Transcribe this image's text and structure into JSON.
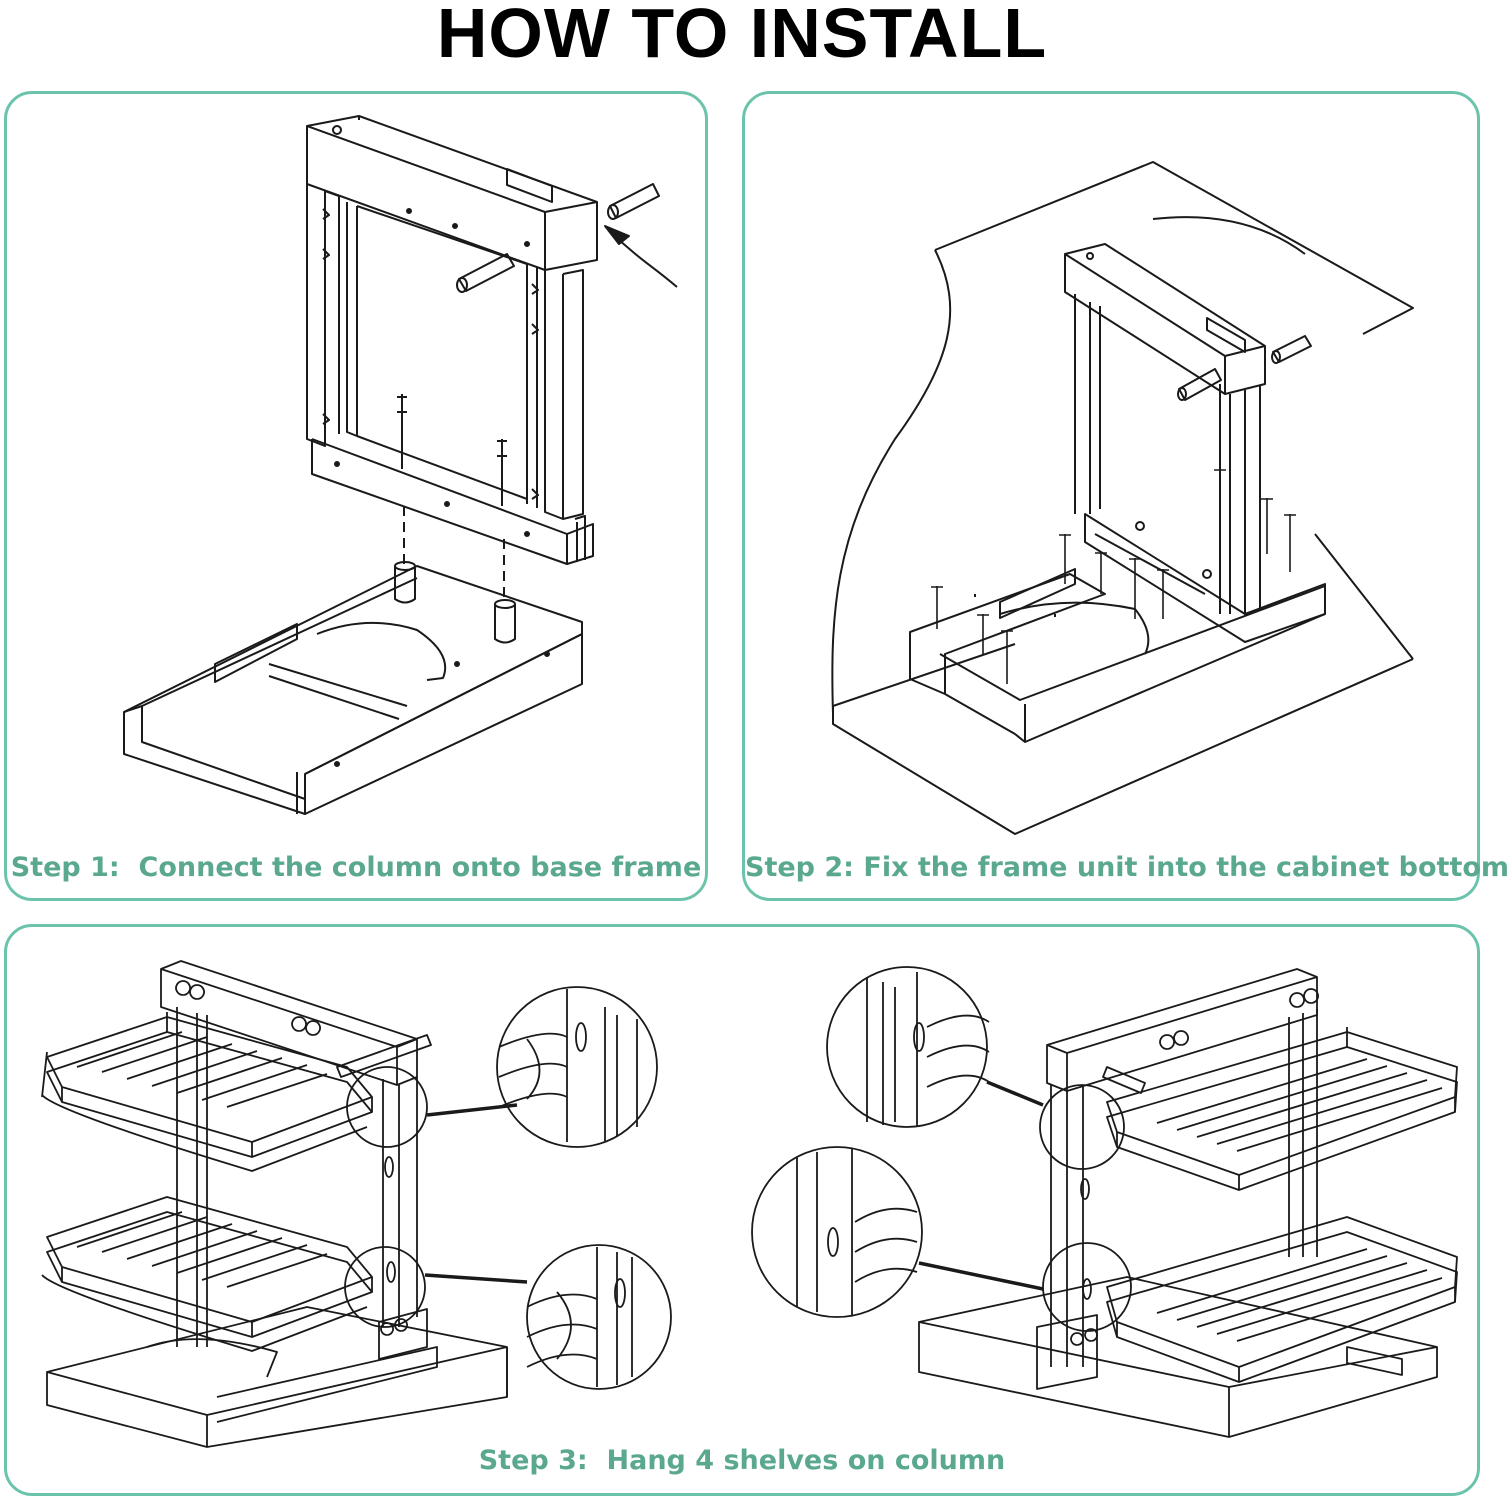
{
  "title": "HOW TO INSTALL",
  "colors": {
    "accent": "#6cc3ac",
    "caption": "#5aa88f",
    "line": "#1a1a1a"
  },
  "steps": [
    {
      "caption": "Step 1:  Connect the column onto base frame"
    },
    {
      "caption": "Step 2: Fix the frame unit into the cabinet bottom"
    },
    {
      "caption": "Step 3:  Hang 4 shelves on column"
    }
  ]
}
